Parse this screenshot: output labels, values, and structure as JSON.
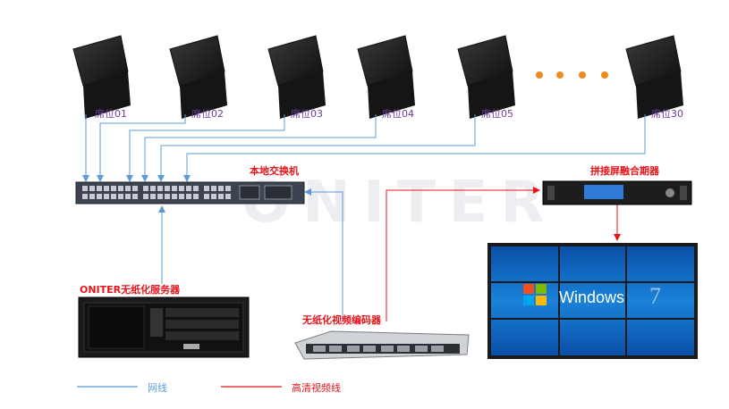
{
  "watermark": "ONITER",
  "seats": [
    {
      "label": "席位01"
    },
    {
      "label": "席位02"
    },
    {
      "label": "席位03"
    },
    {
      "label": "席位04"
    },
    {
      "label": "席位05"
    },
    {
      "label": "席位30"
    }
  ],
  "switch_label": "本地交换机",
  "fusion_label": "拼接屏融合期器",
  "server_label": "ONITER无纸化服务器",
  "encoder_label": "无纸化视频编码器",
  "wall_text": "Windows",
  "legend": {
    "network": "网线",
    "hdvideo": "高清视频线"
  },
  "colors": {
    "network_line": "#5b9bd5",
    "video_line": "#e8141b",
    "seat_text": "#6a3a9a",
    "dots": "#f08a1c"
  }
}
